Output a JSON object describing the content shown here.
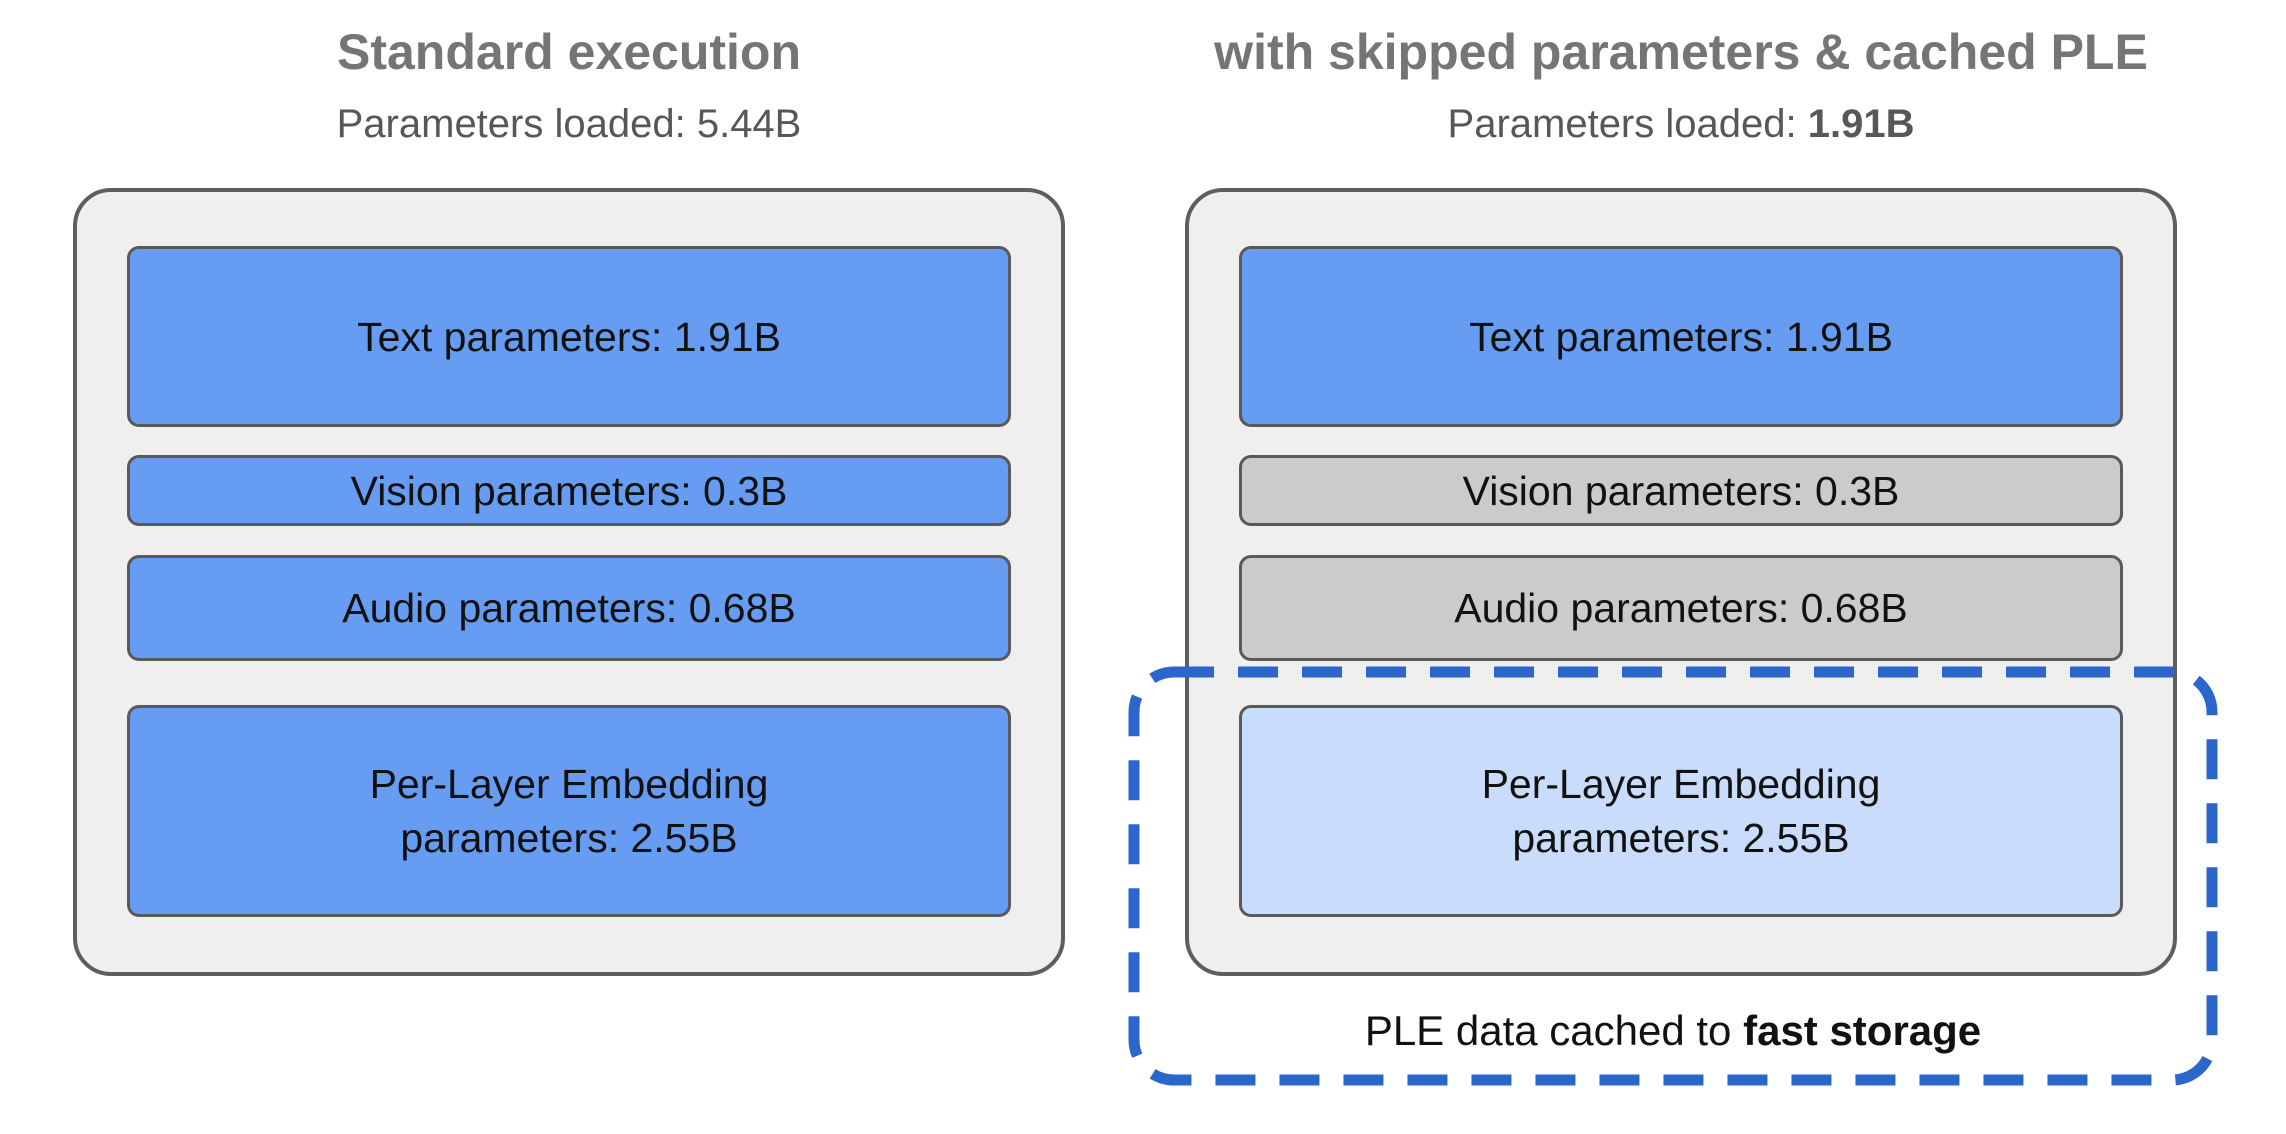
{
  "colors": {
    "loaded_fill": "#669DF2",
    "skipped_fill": "#CBCBCB",
    "cached_fill": "#C9DCFB",
    "container_fill": "#EFEFEF",
    "container_border": "#5E5E5E",
    "box_border": "#595959",
    "accent_dashed_blue": "#2B66CB",
    "title_text": "#757575",
    "subtitle_text": "#575757",
    "box_text": "#111111"
  },
  "left_panel": {
    "title": "Standard execution",
    "subtitle_label": "Parameters loaded: ",
    "subtitle_value": "5.44B",
    "boxes": [
      {
        "label": "Text parameters: 1.91B",
        "status": "loaded"
      },
      {
        "label": "Vision parameters: 0.3B",
        "status": "loaded"
      },
      {
        "label": "Audio parameters: 0.68B",
        "status": "loaded"
      },
      {
        "label": "Per-Layer Embedding\nparameters: 2.55B",
        "status": "loaded"
      }
    ]
  },
  "right_panel": {
    "title": "with skipped parameters & cached PLE",
    "subtitle_label": "Parameters loaded: ",
    "subtitle_value": "1.91B",
    "boxes": [
      {
        "label": "Text parameters: 1.91B",
        "status": "loaded"
      },
      {
        "label": "Vision parameters: 0.3B",
        "status": "skipped"
      },
      {
        "label": "Audio parameters: 0.68B",
        "status": "skipped"
      },
      {
        "label": "Per-Layer Embedding\nparameters: 2.55B",
        "status": "cached"
      }
    ],
    "cache_caption_prefix": "PLE data cached to ",
    "cache_caption_emphasis": "fast storage"
  }
}
